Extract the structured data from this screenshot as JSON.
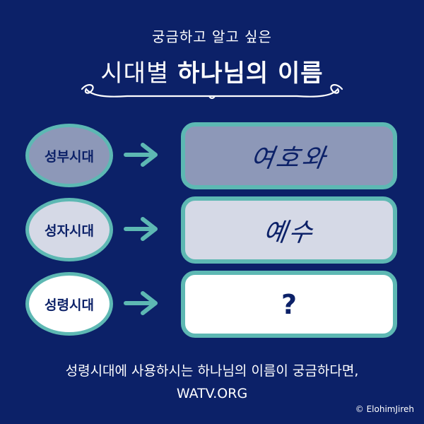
{
  "header": {
    "subtitle": "궁금하고 알고 싶은",
    "title_light": "시대별 ",
    "title_bold": "하나님의 이름"
  },
  "rows": [
    {
      "era": "성부시대",
      "name": "여호와",
      "ellipse_color": "#8d98b8",
      "box_color": "#8d98b8"
    },
    {
      "era": "성자시대",
      "name": "예수",
      "ellipse_color": "#d5d9e6",
      "box_color": "#d5d9e6"
    },
    {
      "era": "성령시대",
      "name": "?",
      "ellipse_color": "#ffffff",
      "box_color": "#ffffff"
    }
  ],
  "footer": {
    "line1": "성령시대에 사용하시는 하나님의 이름이 궁금하다면,",
    "line2": "WATV.ORG"
  },
  "copyright": "© ElohimJireh",
  "colors": {
    "background": "#0c2168",
    "accent": "#5db8b3",
    "text_dark": "#0c2168"
  }
}
